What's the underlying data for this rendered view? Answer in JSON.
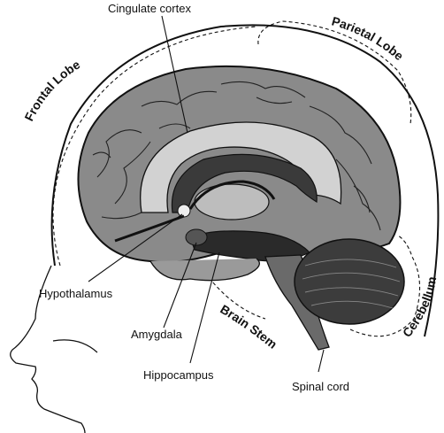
{
  "labels": {
    "cingulate": "Cingulate cortex",
    "frontal": "Frontal Lobe",
    "parietal": "Parietal Lobe",
    "hypothalamus": "Hypothalamus",
    "amygdala": "Amygdala",
    "hippocampus": "Hippocampus",
    "brainstem": "Brain Stem",
    "spinal": "Spinal cord",
    "cerebellum": "Cerebellum"
  }
}
